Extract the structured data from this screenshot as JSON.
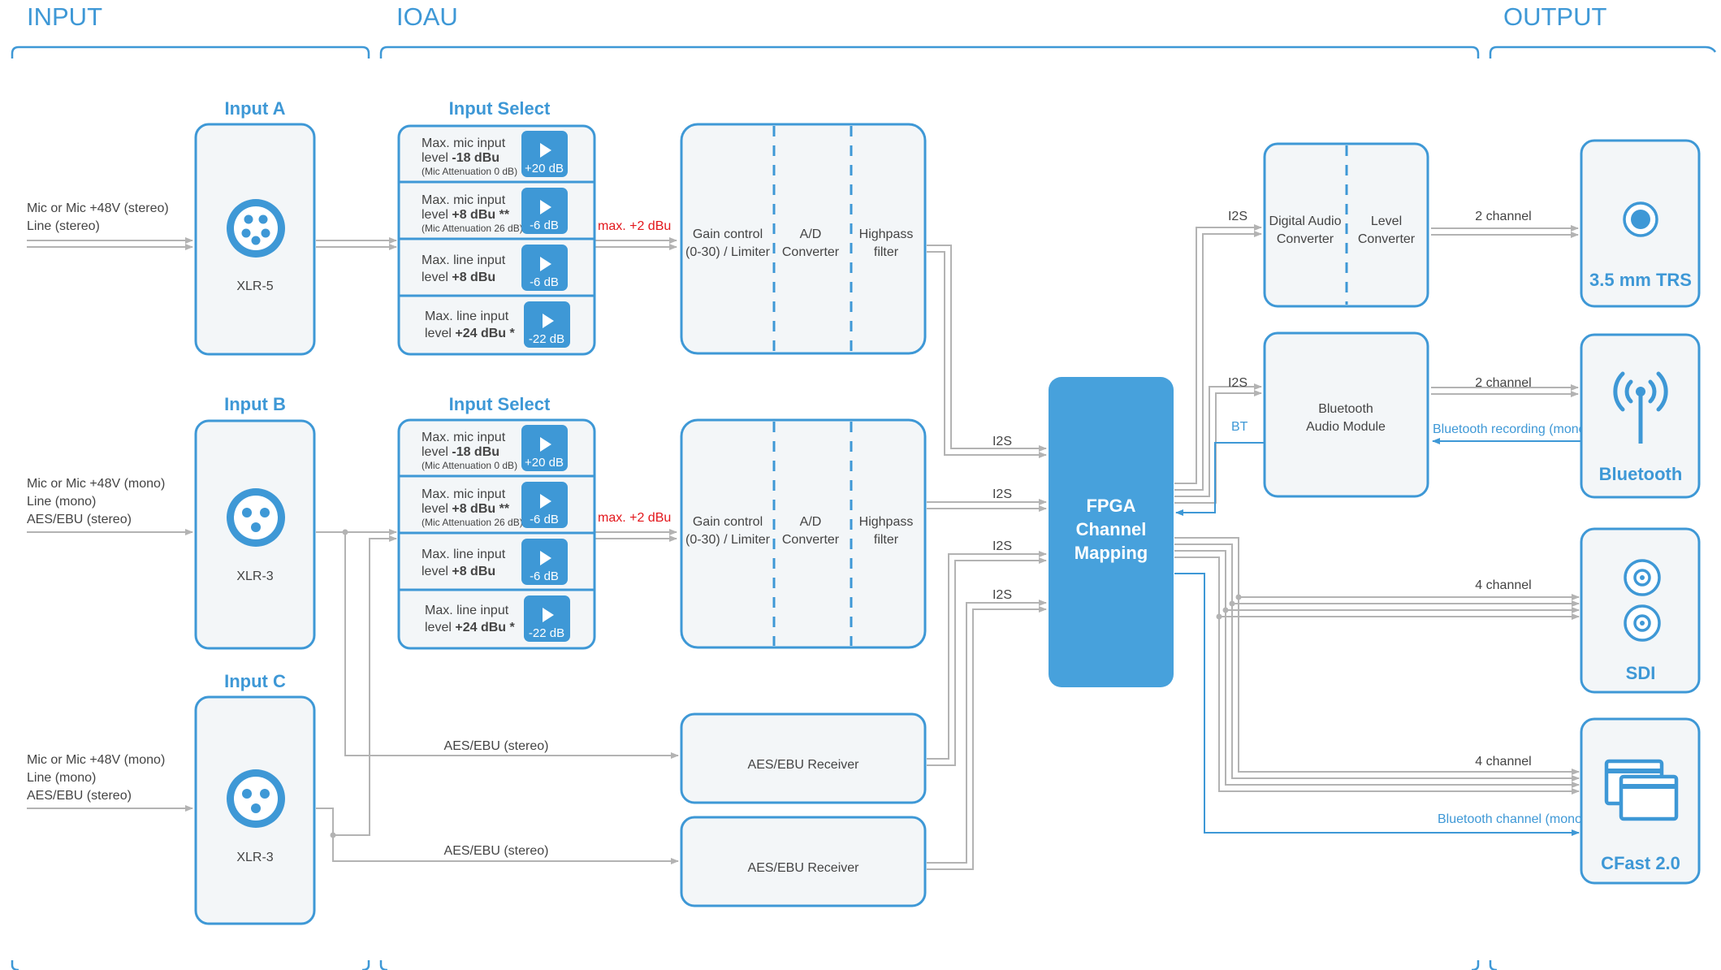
{
  "sections": {
    "input": "INPUT",
    "ioau": "IOAU",
    "output": "OUTPUT"
  },
  "inputs": {
    "a": {
      "title": "Input A",
      "connector": "XLR-5",
      "desc": [
        "Mic or Mic +48V (stereo)",
        "Line (stereo)"
      ]
    },
    "b": {
      "title": "Input B",
      "connector": "XLR-3",
      "desc": [
        "Mic or Mic +48V (mono)",
        "Line (mono)",
        "AES/EBU (stereo)"
      ]
    },
    "c": {
      "title": "Input C",
      "connector": "XLR-3",
      "desc": [
        "Mic or Mic +48V (mono)",
        "Line (mono)",
        "AES/EBU (stereo)"
      ]
    }
  },
  "input_select": {
    "title": "Input Select",
    "rows": [
      {
        "l1": "Max. mic input",
        "l2a": "level ",
        "l2b": "-18 dBu",
        "l3": "(Mic Attenuation 0 dB)",
        "gain": "+20 dB"
      },
      {
        "l1": "Max. mic input",
        "l2a": "level ",
        "l2b": "+8 dBu **",
        "l3": "(Mic Attenuation 26 dB)",
        "gain": "-6 dB"
      },
      {
        "l1": "Max. line input",
        "l2a": "level ",
        "l2b": "+8 dBu",
        "l3": "",
        "gain": "-6 dB"
      },
      {
        "l1": "Max. line input",
        "l2a": "level ",
        "l2b": "+24 dBu *",
        "l3": "",
        "gain": "-22 dB"
      }
    ],
    "max_level": "max. +2 dBu"
  },
  "processing": {
    "gain": [
      "Gain control",
      "(0-30) / Limiter"
    ],
    "ad": [
      "A/D",
      "Converter"
    ],
    "hp": [
      "Highpass",
      "filter"
    ]
  },
  "aes_receiver": "AES/EBU Receiver",
  "aes_stereo": "AES/EBU (stereo)",
  "i2s": "I2S",
  "bt": "BT",
  "fpga": [
    "FPGA",
    "Channel",
    "Mapping"
  ],
  "dac": {
    "left": [
      "Digital Audio",
      "Converter"
    ],
    "right": [
      "Level",
      "Converter"
    ]
  },
  "bt_module": [
    "Bluetooth",
    "Audio Module"
  ],
  "links": {
    "trs_channels": "2 channel",
    "bt_channels": "2 channel",
    "bt_recording": "Bluetooth recording (mono)",
    "sdi_channels": "4 channel",
    "cfast_channels": "4 channel",
    "bt_channel_mono": "Bluetooth channel (mono)"
  },
  "outputs": {
    "trs": "3.5 mm TRS",
    "bluetooth": "Bluetooth",
    "sdi": "SDI",
    "cfast": "CFast 2.0"
  },
  "colors": {
    "accent": "#3e98d6",
    "box_fill": "#f3f6f8",
    "line_gray": "#b3b3b3",
    "warning_red": "#e3161b"
  }
}
